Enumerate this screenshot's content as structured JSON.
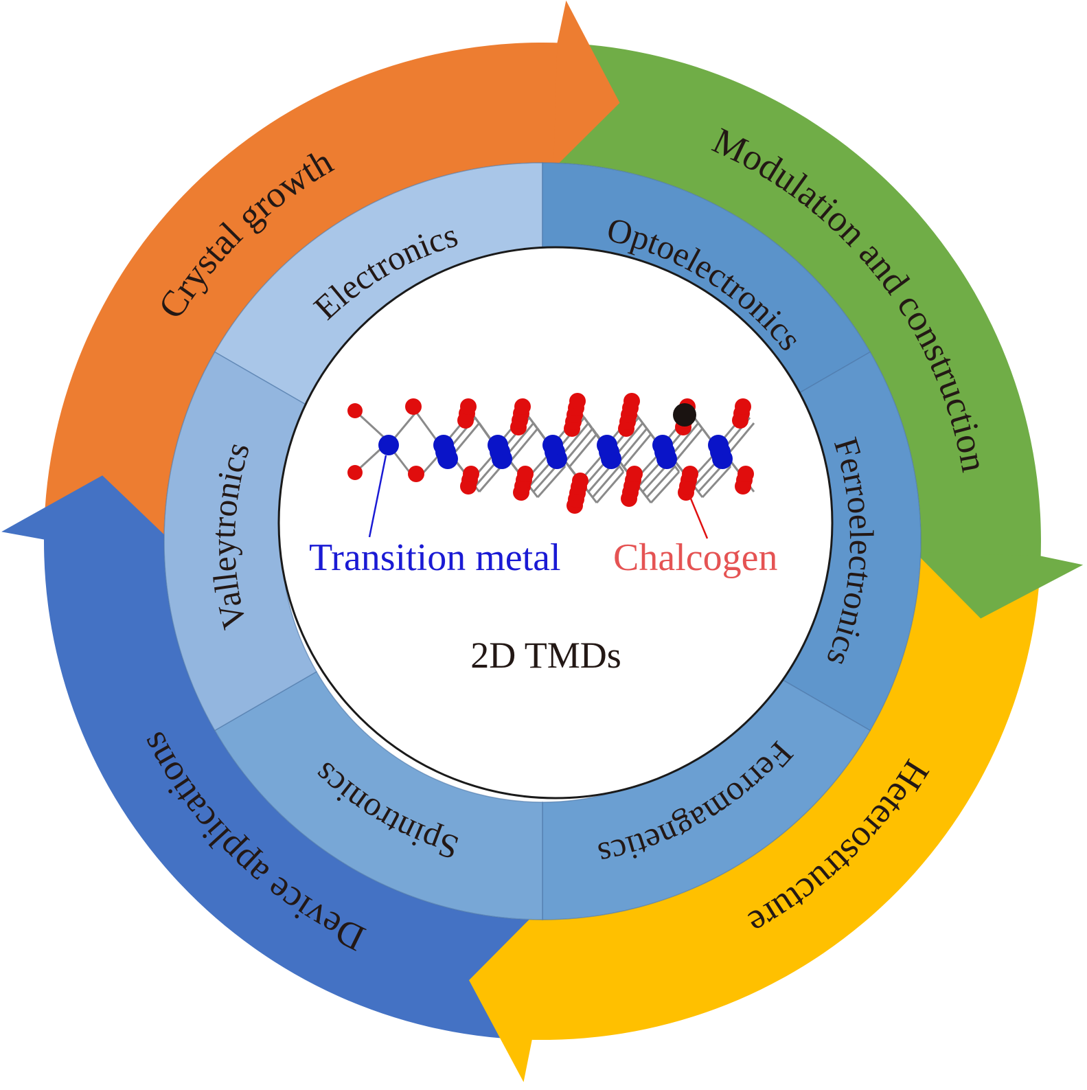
{
  "center": {
    "title": "2D TMDs",
    "legend": [
      {
        "label": "Transition metal",
        "color": "#1a1ad4",
        "atom_color": "#0a14c8"
      },
      {
        "label": "Chalcogen",
        "color": "#e55353",
        "atom_color": "#e00d0d"
      }
    ],
    "highlight_atom_color": "#1a1311"
  },
  "outer_cycle": [
    {
      "label": "Crystal growth",
      "color": "#ed7d31"
    },
    {
      "label": "Modulation and construction",
      "color": "#70ad47"
    },
    {
      "label": "Heterostructure",
      "color": "#ffc000"
    },
    {
      "label": "Device applications",
      "color": "#4472c4"
    }
  ],
  "inner_ring": [
    {
      "label": "Electronics",
      "color": "#a9c6e8"
    },
    {
      "label": "Optoelectronics",
      "color": "#5b93ca"
    },
    {
      "label": "Ferroelectronics",
      "color": "#5f96cc"
    },
    {
      "label": "Ferromagnetics",
      "color": "#6b9fd2"
    },
    {
      "label": "Spintronics",
      "color": "#78a7d6"
    },
    {
      "label": "Valleytronics",
      "color": "#93b6df"
    }
  ]
}
